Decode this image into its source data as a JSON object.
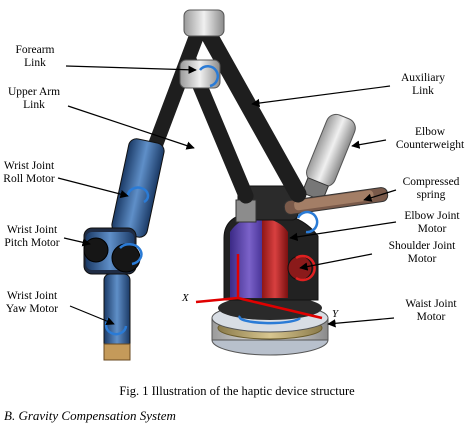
{
  "figure": {
    "labels": {
      "forearm": [
        "Forearm",
        "Link"
      ],
      "upper_arm": [
        "Upper Arm",
        "Link"
      ],
      "wrist_roll": [
        "Wrist Joint",
        "Roll Motor"
      ],
      "wrist_pitch": [
        "Wrist Joint",
        "Pitch Motor"
      ],
      "wrist_yaw": [
        "Wrist Joint",
        "Yaw Motor"
      ],
      "auxiliary": [
        "Auxiliary",
        "Link"
      ],
      "elbow_counterweight": [
        "Elbow",
        "Counterweight"
      ],
      "compressed_spring": [
        "Compressed",
        "spring"
      ],
      "elbow_motor": [
        "Elbow Joint",
        "Motor"
      ],
      "shoulder_motor": [
        "Shoulder Joint",
        "Motor"
      ],
      "waist_motor": [
        "Waist Joint",
        "Motor"
      ]
    },
    "axes": {
      "x": "X",
      "y": "Y"
    },
    "caption": "Fig. 1 Illustration of the haptic device structure",
    "next_section": "B.    Gravity Compensation System"
  }
}
